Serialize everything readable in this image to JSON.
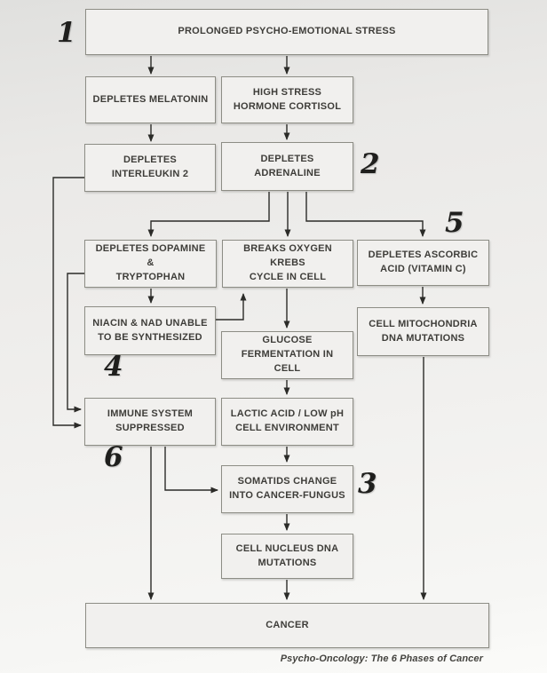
{
  "diagram": {
    "caption": "Psycho-Oncology: The 6 Phases of Cancer",
    "nodes": {
      "stress": {
        "label": "PROLONGED PSYCHO-EMOTIONAL STRESS"
      },
      "melatonin": {
        "label": "DEPLETES MELATONIN"
      },
      "cortisol": {
        "label": "HIGH STRESS\nHORMONE CORTISOL"
      },
      "interleukin": {
        "label": "DEPLETES\nINTERLEUKIN 2"
      },
      "adrenaline": {
        "label": "DEPLETES ADRENALINE"
      },
      "dopamine": {
        "label": "DEPLETES DOPAMINE &\nTRYPTOPHAN"
      },
      "krebs": {
        "label": "BREAKS OXYGEN KREBS\nCYCLE IN CELL"
      },
      "ascorbic": {
        "label": "DEPLETES ASCORBIC\nACID (VITAMIN C)"
      },
      "niacin": {
        "label": "NIACIN & NAD UNABLE\nTO BE SYNTHESIZED"
      },
      "glucose": {
        "label": "GLUCOSE\nFERMENTATION IN CELL"
      },
      "mitochondria": {
        "label": "CELL MITOCHONDRIA\nDNA MUTATIONS"
      },
      "immune": {
        "label": "IMMUNE SYSTEM\nSUPPRESSED"
      },
      "lactic": {
        "label": "LACTIC ACID / LOW pH\nCELL ENVIRONMENT"
      },
      "somatids": {
        "label": "SOMATIDS CHANGE\nINTO CANCER-FUNGUS"
      },
      "nucleus": {
        "label": "CELL NUCLEUS DNA\nMUTATIONS"
      },
      "cancer": {
        "label": "CANCER"
      }
    },
    "phase_markers": {
      "p1": "1",
      "p2": "2",
      "p3": "3",
      "p4": "4",
      "p5": "5",
      "p6": "6"
    },
    "edges": [
      {
        "from": "stress",
        "to": "melatonin"
      },
      {
        "from": "stress",
        "to": "cortisol"
      },
      {
        "from": "melatonin",
        "to": "interleukin"
      },
      {
        "from": "cortisol",
        "to": "adrenaline"
      },
      {
        "from": "adrenaline",
        "to": "dopamine"
      },
      {
        "from": "adrenaline",
        "to": "krebs"
      },
      {
        "from": "adrenaline",
        "to": "ascorbic"
      },
      {
        "from": "dopamine",
        "to": "niacin"
      },
      {
        "from": "niacin",
        "to": "krebs"
      },
      {
        "from": "krebs",
        "to": "glucose"
      },
      {
        "from": "glucose",
        "to": "lactic"
      },
      {
        "from": "lactic",
        "to": "somatids"
      },
      {
        "from": "somatids",
        "to": "nucleus"
      },
      {
        "from": "nucleus",
        "to": "cancer"
      },
      {
        "from": "ascorbic",
        "to": "mitochondria"
      },
      {
        "from": "mitochondria",
        "to": "cancer"
      },
      {
        "from": "interleukin",
        "to": "immune"
      },
      {
        "from": "dopamine",
        "to": "immune"
      },
      {
        "from": "immune",
        "to": "somatids"
      },
      {
        "from": "immune",
        "to": "cancer"
      }
    ]
  },
  "colors": {
    "box-fill": "#f1f0ee",
    "box-border": "#8d8d85",
    "text": "#3e3d39",
    "arrow": "#2b2b28",
    "marker-text": "#1f1f1d"
  }
}
